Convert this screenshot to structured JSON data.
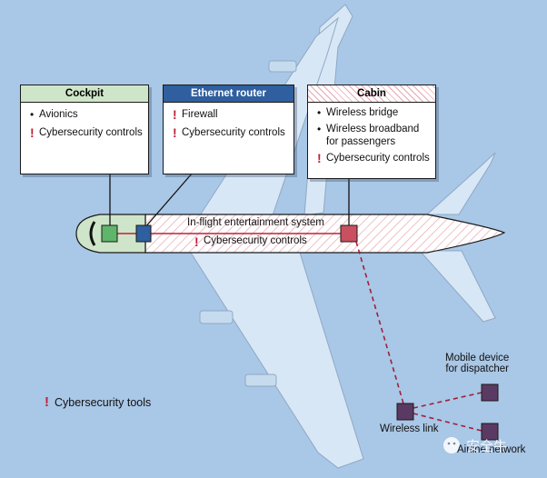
{
  "colors": {
    "background": "#a9c7e6",
    "airframe": "#d8e7f6",
    "cockpit_green": "#5fb56a",
    "router_blue": "#2f5f9e",
    "cabin_red": "#c95060",
    "wireless_purple": "#5a3a62",
    "warning_red": "#c0203a"
  },
  "cockpit": {
    "title": "Cockpit",
    "items": [
      {
        "marker": "bullet",
        "text": "Avionics"
      },
      {
        "marker": "warning",
        "text": "Cybersecurity controls"
      }
    ]
  },
  "router": {
    "title": "Ethernet router",
    "items": [
      {
        "marker": "warning",
        "text": "Firewall"
      },
      {
        "marker": "warning",
        "text": "Cybersecurity controls"
      }
    ]
  },
  "cabin": {
    "title": "Cabin",
    "items": [
      {
        "marker": "bullet",
        "text": "Wireless bridge"
      },
      {
        "marker": "bullet",
        "text": "Wireless broadband for passengers"
      },
      {
        "marker": "warning",
        "text": "Cybersecurity controls"
      }
    ]
  },
  "fuselage": {
    "ife_label": "In-flight entertainment system",
    "ife_controls": "Cybersecurity controls"
  },
  "legend": {
    "text": "Cybersecurity tools"
  },
  "wireless": {
    "link_label": "Wireless link",
    "mobile_label_line1": "Mobile device",
    "mobile_label_line2": "for dispatcher",
    "network_label": "Airline network",
    "watermark": "安全牛"
  },
  "icons": {
    "bullet": "•",
    "warning": "!"
  }
}
